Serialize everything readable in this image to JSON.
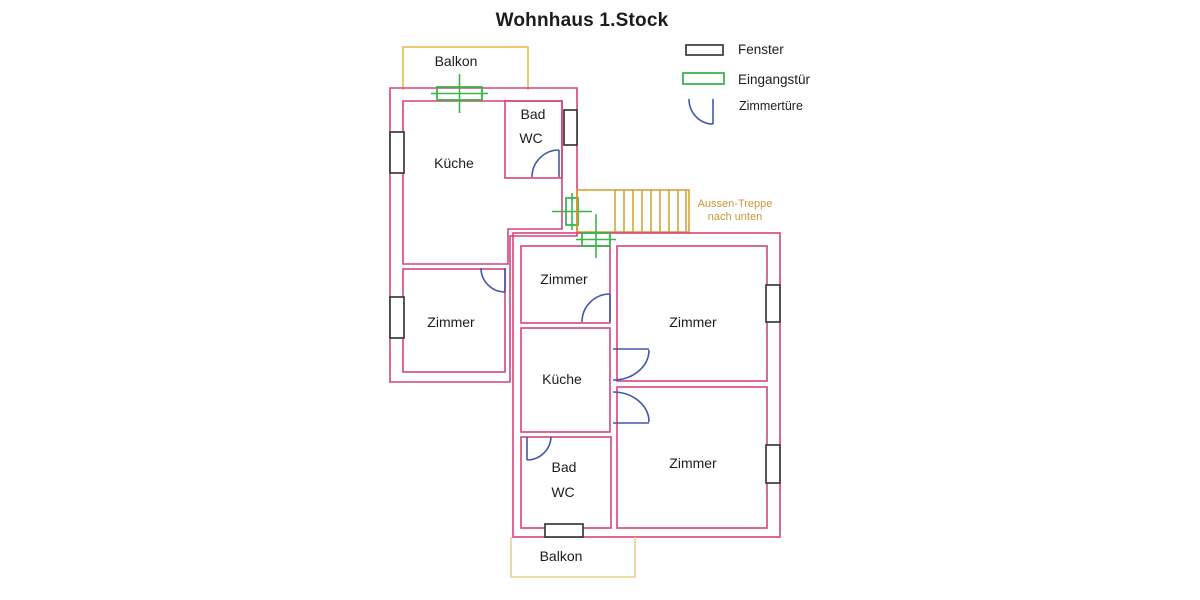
{
  "title": "Wohnhaus 1.Stock",
  "legend": {
    "window_label": "Fenster",
    "entrance_label": "Eingangstür",
    "room_door_label": "Zimmertüre"
  },
  "stairs": {
    "label_line1": "Aussen-Treppe",
    "label_line2": "nach unten"
  },
  "upper_apartment": {
    "balcony": "Balkon",
    "kitchen": "Küche",
    "bath_line1": "Bad",
    "bath_line2": "WC",
    "room": "Zimmer"
  },
  "lower_apartment": {
    "balcony": "Balkon",
    "room_small": "Zimmer",
    "kitchen": "Küche",
    "bath_line1": "Bad",
    "bath_line2": "WC",
    "room_top": "Zimmer",
    "room_bottom": "Zimmer"
  },
  "colors": {
    "wall": "#d4447f",
    "window": "#3a3a3a",
    "entrance": "#3bb54a",
    "door": "#3f58ac",
    "stairs": "#d49a2e",
    "stairs_text": "#c9953a",
    "balcony_top": "#eaba45",
    "balcony_bottom": "#e9d08c",
    "text": "#1c1c1c"
  }
}
